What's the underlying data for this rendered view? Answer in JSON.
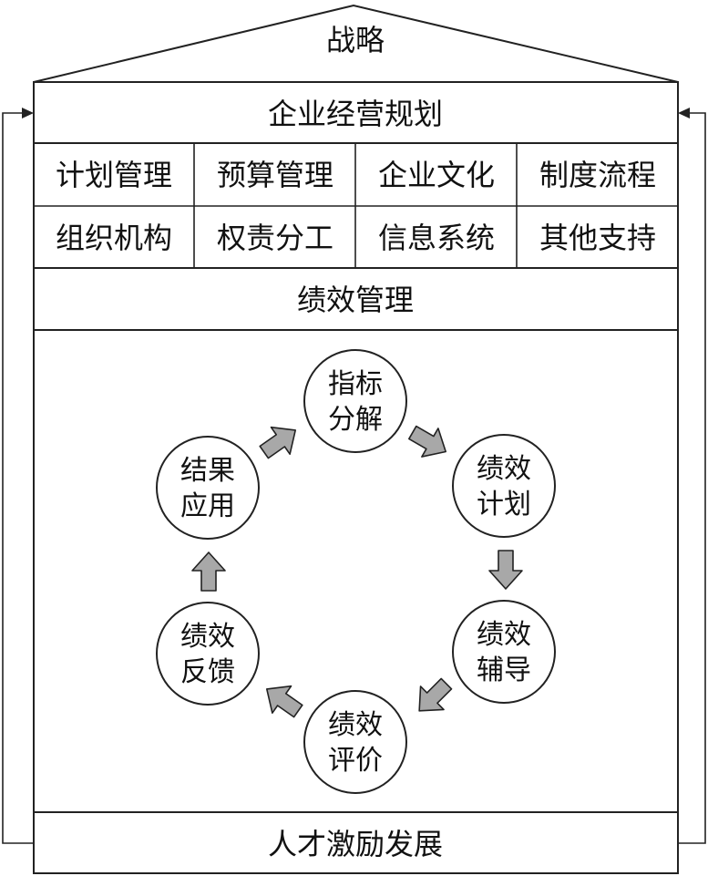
{
  "roof": {
    "title": "战略"
  },
  "planning": {
    "title": "企业经营规划"
  },
  "supports": [
    [
      "计划管理",
      "预算管理",
      "企业文化",
      "制度流程"
    ],
    [
      "组织机构",
      "权责分工",
      "信息系统",
      "其他支持"
    ]
  ],
  "performance": {
    "title": "绩效管理"
  },
  "cycle": [
    {
      "line1": "指标",
      "line2": "分解"
    },
    {
      "line1": "绩效",
      "line2": "计划"
    },
    {
      "line1": "绩效",
      "line2": "辅导"
    },
    {
      "line1": "绩效",
      "line2": "评价"
    },
    {
      "line1": "绩效",
      "line2": "反馈"
    },
    {
      "line1": "结果",
      "line2": "应用"
    }
  ],
  "foundation": {
    "title": "人才激励发展"
  },
  "colors": {
    "stroke": "#222222",
    "arrow_fill": "#a8a8a8",
    "background": "#ffffff"
  }
}
